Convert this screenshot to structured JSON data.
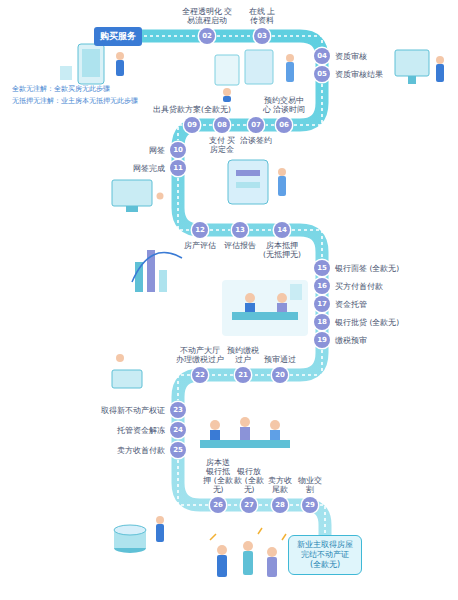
{
  "diagram": {
    "nodes": [
      {
        "text": [
          "购买服务"
        ]
      },
      {
        "text": [
          "02",
          "全程透明化 交易流程启动"
        ]
      },
      {
        "text": [
          "03",
          "在线 上传资料"
        ]
      },
      {
        "text": [
          "04",
          "资质审核"
        ]
      },
      {
        "text": [
          "05",
          "资质审核结果"
        ]
      },
      {
        "text": [
          "06",
          "预约交易中心 洽谈时间"
        ]
      },
      {
        "text": [
          "07",
          "洽谈签约"
        ]
      },
      {
        "text": [
          "08",
          "支付 买房定金"
        ]
      },
      {
        "text": [
          "09",
          "出具贷款方案(全款无)"
        ]
      },
      {
        "text": [
          "10",
          "网签"
        ]
      },
      {
        "text": [
          "11",
          "网签完成"
        ]
      },
      {
        "text": [
          "12",
          "房产评估"
        ]
      },
      {
        "text": [
          "13",
          "评估报告"
        ]
      },
      {
        "text": [
          "14",
          "房本抵押 (无抵押无)"
        ]
      },
      {
        "text": [
          "15",
          "银行面签 (全款无)"
        ]
      },
      {
        "text": [
          "16",
          "买方付首付款"
        ]
      },
      {
        "text": [
          "17",
          "资金托管"
        ]
      },
      {
        "text": [
          "18",
          "银行批贷 (全款无)"
        ]
      },
      {
        "text": [
          "19",
          "缴税预审"
        ]
      },
      {
        "text": [
          "20",
          "预审通过"
        ]
      },
      {
        "text": [
          "21",
          "预约缴税过户"
        ]
      },
      {
        "text": [
          "22",
          "不动产大厅 办理缴税过户"
        ]
      },
      {
        "text": [
          "23",
          "取得新不动产权证"
        ]
      },
      {
        "text": [
          "24",
          "托管资金解冻"
        ]
      },
      {
        "text": [
          "25",
          "卖方收首付款"
        ]
      },
      {
        "text": [
          "26",
          "房本送银行抵押 (全款无)"
        ]
      },
      {
        "text": [
          "27",
          "银行放款 (全款无)"
        ]
      },
      {
        "text": [
          "28",
          "卖方收尾款"
        ]
      },
      {
        "text": [
          "29",
          "物业交割"
        ]
      },
      {
        "text": [
          "新业主取得房屋 完结不动产证",
          "(全款无)"
        ]
      }
    ],
    "edges": [
      {
        "from": 0,
        "to": 1,
        "arrow": "none"
      },
      {
        "from": 1,
        "to": 2,
        "arrow": "none"
      },
      {
        "from": 2,
        "to": 3,
        "arrow": "none"
      },
      {
        "from": 3,
        "to": 4,
        "arrow": "none"
      },
      {
        "from": 4,
        "to": 5,
        "arrow": "none"
      },
      {
        "from": 5,
        "to": 6,
        "arrow": "none"
      },
      {
        "from": 6,
        "to": 7,
        "arrow": "none"
      },
      {
        "from": 7,
        "to": 8,
        "arrow": "none"
      },
      {
        "from": 8,
        "to": 9,
        "arrow": "none"
      },
      {
        "from": 9,
        "to": 10,
        "arrow": "none"
      },
      {
        "from": 10,
        "to": 11,
        "arrow": "none"
      },
      {
        "from": 11,
        "to": 12,
        "arrow": "none"
      },
      {
        "from": 12,
        "to": 13,
        "arrow": "none"
      },
      {
        "from": 13,
        "to": 14,
        "arrow": "none"
      },
      {
        "from": 14,
        "to": 15,
        "arrow": "none"
      },
      {
        "from": 15,
        "to": 16,
        "arrow": "none"
      },
      {
        "from": 16,
        "to": 17,
        "arrow": "none"
      },
      {
        "from": 17,
        "to": 18,
        "arrow": "none"
      },
      {
        "from": 18,
        "to": 19,
        "arrow": "none"
      },
      {
        "from": 19,
        "to": 20,
        "arrow": "none"
      },
      {
        "from": 20,
        "to": 21,
        "arrow": "none"
      },
      {
        "from": 21,
        "to": 22,
        "arrow": "none"
      },
      {
        "from": 22,
        "to": 23,
        "arrow": "none"
      },
      {
        "from": 23,
        "to": 24,
        "arrow": "none"
      },
      {
        "from": 24,
        "to": 25,
        "arrow": "none"
      },
      {
        "from": 25,
        "to": 26,
        "arrow": "none"
      },
      {
        "from": 26,
        "to": 27,
        "arrow": "none"
      },
      {
        "from": 27,
        "to": 28,
        "arrow": "none"
      },
      {
        "from": 28,
        "to": 29,
        "arrow": "none"
      }
    ],
    "labels": [
      "全款无注解：全款买房无此步骤",
      "无抵押无注解：业主房本无抵押无此步骤"
    ]
  }
}
